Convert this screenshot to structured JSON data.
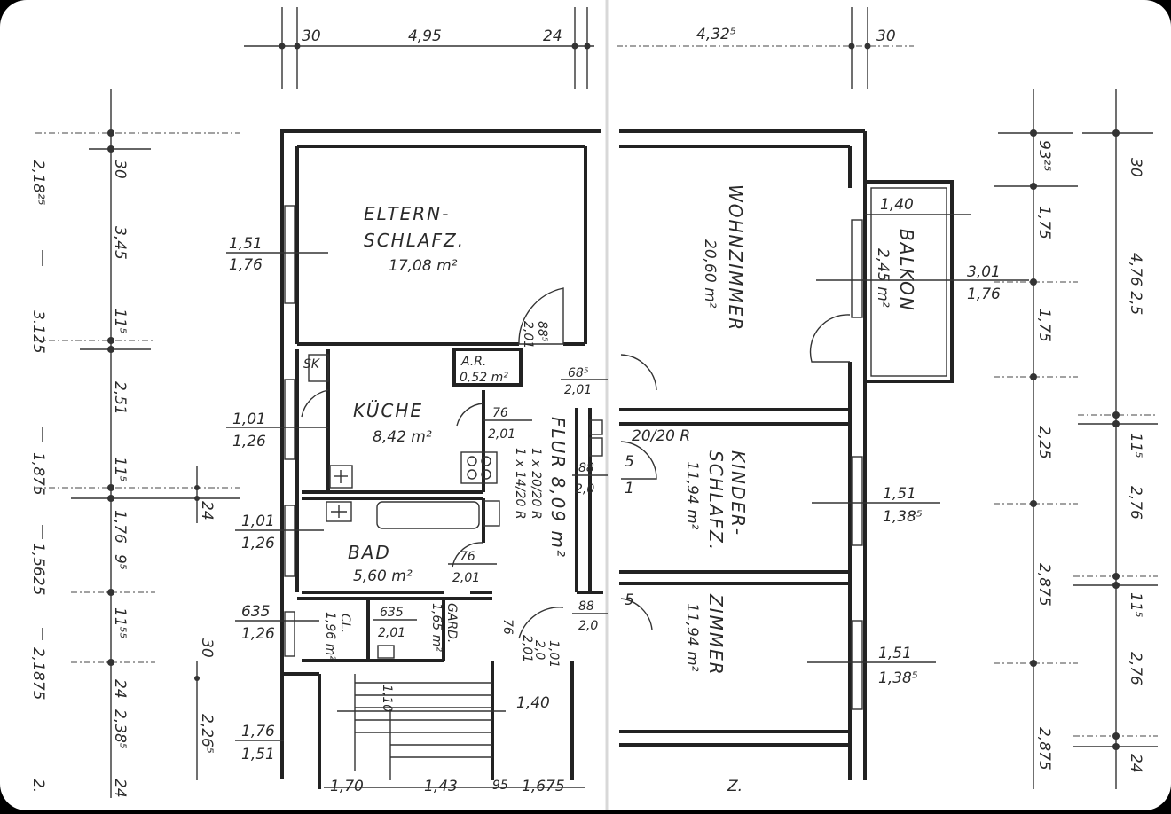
{
  "rooms": {
    "eltern_name_1": "ELTERN-",
    "eltern_name_2": "SCHLAFZ.",
    "eltern_area": "17,08 m²",
    "wohn_name": "WOHNZIMMER",
    "wohn_area": "20,60 m²",
    "balkon_name": "BALKON",
    "balkon_area": "2,45 m²",
    "kueche_name": "KÜCHE",
    "kueche_area": "8,42 m²",
    "ar_name": "A.R.",
    "ar_area": "0,52 m²",
    "flur_name": "FLUR 8,09 m²",
    "flur_sub1": "1 x 20/20 R",
    "flur_sub2": "1 x 14/20 R",
    "bad_name": "BAD",
    "bad_area": "5,60 m²",
    "kinder_name_1": "KINDER-",
    "kinder_name_2": "SCHLAFZ.",
    "kinder_area": "11,94 m²",
    "zimmer_name": "ZIMMER",
    "zimmer_area": "11,94 m²",
    "cl_name": "CL.",
    "cl_area": "1,96 m²",
    "gard_name": "GARD.",
    "gard_area": "1,65 m²",
    "sk_label": "SK",
    "chimney_label": "20/20 R",
    "z_label": "Z."
  },
  "top_dims": {
    "d1": "30",
    "d2": "4,95",
    "d3": "24",
    "d4": "4,32⁵",
    "d5": "30"
  },
  "left_dims": {
    "outer": [
      "2,18²⁵",
      "3.125",
      "1,875",
      "1,5625",
      "2,1875",
      "2."
    ],
    "inner": [
      "30",
      "3,45",
      "11⁵",
      "2,51",
      "11⁵",
      "1,76",
      "9⁵",
      "11⁵⁵",
      "24",
      "2,38⁵",
      "24"
    ],
    "extra": [
      "24",
      "30",
      "2,26⁵"
    ]
  },
  "right_dims": {
    "inner": [
      "93²⁵",
      "1,75",
      "1,75",
      "2,25",
      "2,875",
      "2,875"
    ],
    "outer": [
      "30",
      "4,76 2,5",
      "11⁵",
      "2,76",
      "11⁵",
      "2,76",
      "24"
    ]
  },
  "window_dims": {
    "eltern": [
      "1,51",
      "1,76"
    ],
    "kueche": [
      "1,01",
      "1,26"
    ],
    "bad": [
      "1,01",
      "1,26"
    ],
    "cl": [
      "635",
      "1,26"
    ],
    "stair": [
      "1,76",
      "1,51"
    ],
    "balkon": [
      "3,01",
      "1,76"
    ],
    "balkon_top": "1,40",
    "kinder": [
      "1,51",
      "1,38⁵"
    ],
    "zimmer": [
      "1,51",
      "1,38⁵"
    ]
  },
  "door_dims": {
    "eltern": [
      "88⁵",
      "2,01"
    ],
    "flur1": [
      "68⁵",
      "2,01"
    ],
    "kueche": [
      "76",
      "2,01"
    ],
    "kinder": [
      "88",
      "2,0"
    ],
    "bad": [
      "76",
      "2,01"
    ],
    "zimmer": [
      "88",
      "2,0"
    ],
    "cl": [
      "635",
      "2,01"
    ],
    "gard": [
      "76",
      "2,01"
    ],
    "entry": [
      "1,01",
      "2,0"
    ]
  },
  "misc_dims": {
    "stair_h": "1,10",
    "stair_w": "1,40",
    "bottom": [
      "1,70",
      "1,43",
      "95",
      "1,675"
    ],
    "fracs": [
      "5",
      "1",
      "5"
    ]
  },
  "colors": {
    "paper": "#ffffff",
    "ink": "#222222",
    "background": "#000000"
  }
}
